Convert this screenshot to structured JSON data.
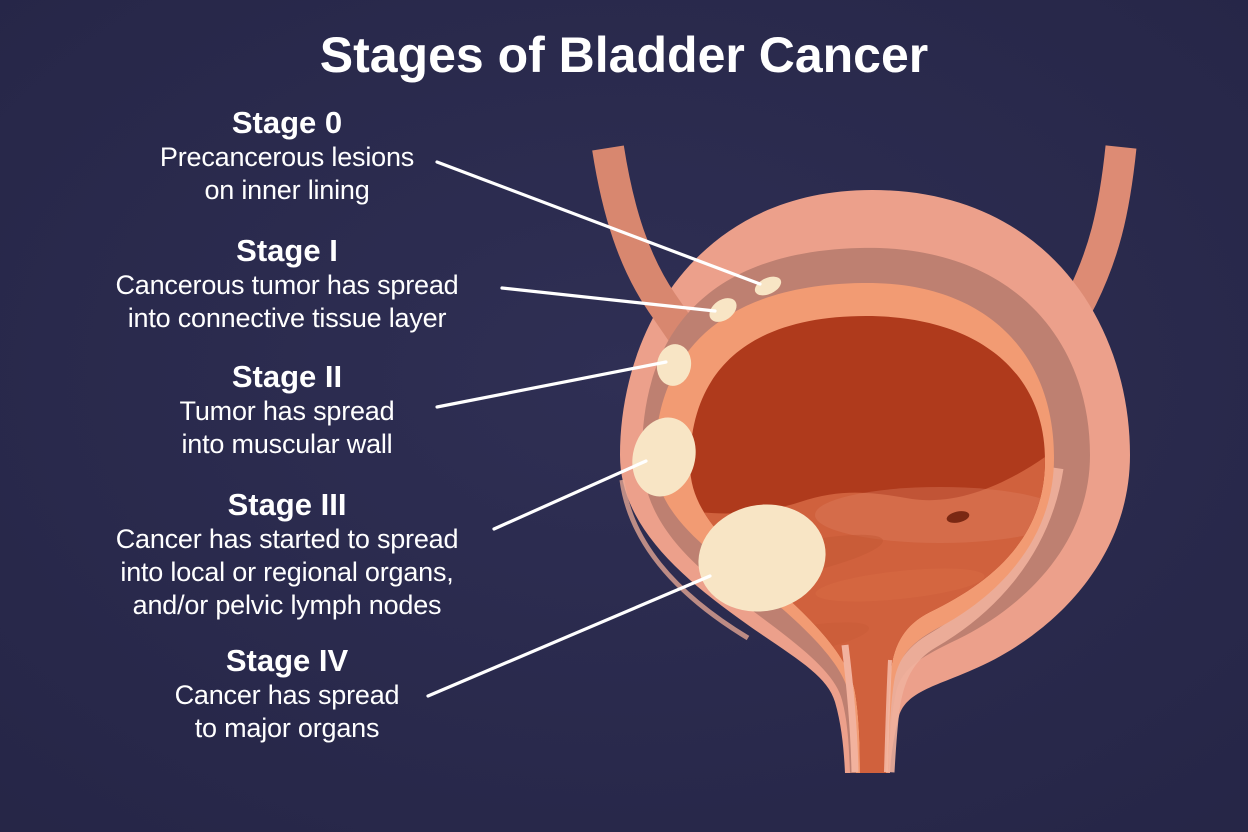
{
  "title": "Stages of Bladder Cancer",
  "stages": [
    {
      "name": "Stage 0",
      "lines": [
        "Precancerous lesions",
        "on inner lining"
      ]
    },
    {
      "name": "Stage I",
      "lines": [
        "Cancerous tumor has spread",
        "into connective tissue layer"
      ]
    },
    {
      "name": "Stage II",
      "lines": [
        "Tumor has spread",
        "into muscular wall"
      ]
    },
    {
      "name": "Stage III",
      "lines": [
        "Cancer has started to spread",
        "into local or regional organs,",
        "and/or pelvic lymph nodes"
      ]
    },
    {
      "name": "Stage IV",
      "lines": [
        "Cancer has spread",
        "to major organs"
      ]
    }
  ],
  "illustration": {
    "name": "bladder-cross-section"
  },
  "colors": {
    "background_center": "#2f2f54",
    "background_edge": "#252546",
    "text": "#ffffff",
    "leader_line": "#ffffff",
    "ureter": "#dd8b74",
    "ureter_shaded": "#d8876f",
    "bladder_outer_wall": "#eca08b",
    "outer_rim_highlight": "#edac97",
    "muscular_wall": "#be8071",
    "connective_tissue": "#f29b73",
    "inner_lining_highlight": "#efb09c",
    "funnel_lining_left": "#f2b29e",
    "funnel_lining_right": "#f3b7a3",
    "bladder_interior": "#af3a1c",
    "interior_floor": "#d0613d",
    "floor_haze": "#db7e5f",
    "streak_dark": "#c25634",
    "streak_light": "#dd7048",
    "streak_mid": "#c65a38",
    "ureteral_orifice": "#7a2813",
    "tumor_lesion": "#f8e5c5"
  }
}
